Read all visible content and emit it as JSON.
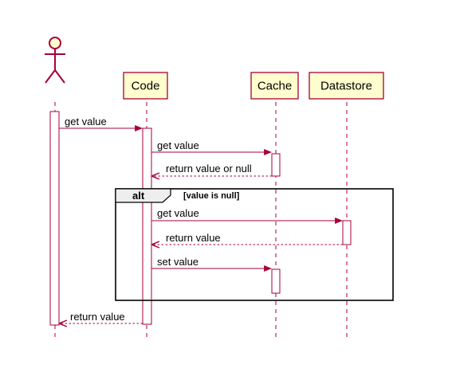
{
  "colors": {
    "line": "#a80036",
    "participant_fill": "#fefece",
    "activation_fill": "#ffffff",
    "alt_tab_fill": "#eeeeee",
    "frame": "#000000"
  },
  "participants": [
    {
      "id": "user",
      "type": "actor",
      "label": ""
    },
    {
      "id": "code",
      "type": "participant",
      "label": "Code"
    },
    {
      "id": "cache",
      "type": "participant",
      "label": "Cache"
    },
    {
      "id": "datastore",
      "type": "participant",
      "label": "Datastore"
    }
  ],
  "messages": [
    {
      "from": "user",
      "to": "code",
      "label": "get value",
      "style": "solid"
    },
    {
      "from": "code",
      "to": "cache",
      "label": "get value",
      "style": "solid"
    },
    {
      "from": "cache",
      "to": "code",
      "label": "return value or null",
      "style": "dashed"
    },
    {
      "from": "code",
      "to": "datastore",
      "label": "get value",
      "style": "solid"
    },
    {
      "from": "datastore",
      "to": "code",
      "label": "return value",
      "style": "dashed"
    },
    {
      "from": "code",
      "to": "cache",
      "label": "set value",
      "style": "solid"
    },
    {
      "from": "code",
      "to": "user",
      "label": "return value",
      "style": "dashed"
    }
  ],
  "fragment": {
    "keyword": "alt",
    "guard": "[value is null]"
  }
}
